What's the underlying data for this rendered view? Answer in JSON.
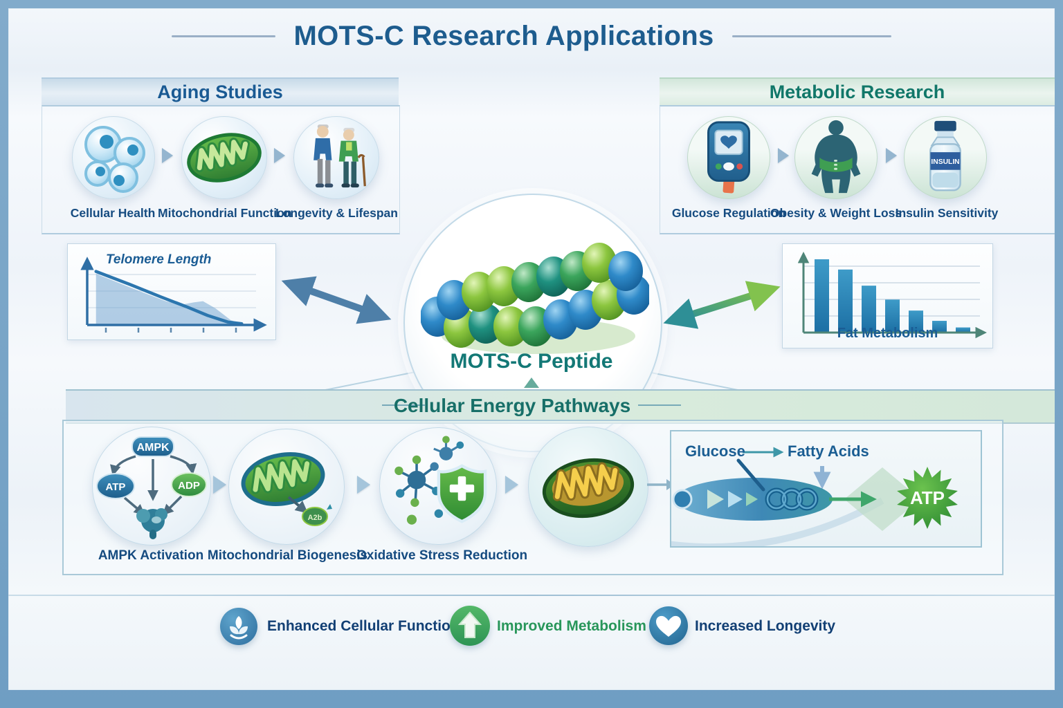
{
  "title": "MOTS-C Research Applications",
  "aging": {
    "header": "Aging Studies",
    "items": [
      {
        "label": "Cellular Health",
        "icon": "cells-icon"
      },
      {
        "label": "Mitochondrial Function",
        "icon": "mitochondrion-icon"
      },
      {
        "label": "Longevity & Lifespan",
        "icon": "elderly-couple-icon"
      }
    ]
  },
  "metabolic": {
    "header": "Metabolic Research",
    "items": [
      {
        "label": "Glucose Regulation",
        "icon": "glucose-meter-icon"
      },
      {
        "label": "Obesity & Weight Loss",
        "icon": "obese-body-icon"
      },
      {
        "label": "Insulin Sensitivity",
        "icon": "insulin-vial-icon"
      }
    ],
    "vial_text": "INSULIN"
  },
  "center": {
    "label": "MOTS-C Peptide"
  },
  "pathways": {
    "header": "Cellular Energy Pathways",
    "ampk": {
      "caption": "AMPK Activation",
      "nodes": {
        "top": "AMPK",
        "left": "ATP",
        "right": "ADP"
      }
    },
    "biogenesis": {
      "caption": "Mitochondrial Biogenesis",
      "badge": "A2b"
    },
    "oxidative": {
      "caption": "Oxidative Stress Reduction"
    },
    "flow": {
      "start": "Glucose",
      "mid": "Fatty Acids",
      "end": "ATP"
    }
  },
  "benefits": [
    {
      "label": "Enhanced Cellular Function",
      "icon": "leaf-icon",
      "color": "#2D6E9E"
    },
    {
      "label": "Improved Metabolism",
      "icon": "up-arrow-icon",
      "color": "#2E9455"
    },
    {
      "label": "Increased Longevity",
      "icon": "heart-icon",
      "color": "#22648F"
    }
  ],
  "colors": {
    "frame_blue": "#7FA9CA",
    "title_blue": "#1D5C8E",
    "caption_blue": "#154B80",
    "teal": "#117769",
    "peptide_teal": "#137876",
    "bar_blue": "#2980B0",
    "green": "#3F9E52",
    "lime": "#7CC142"
  },
  "chart_data": [
    {
      "type": "area",
      "title": "Telomere Length",
      "xlabel": "",
      "ylabel": "",
      "x_range": [
        0,
        100
      ],
      "y_range": [
        0,
        100
      ],
      "grid": true,
      "line": [
        [
          3,
          90
        ],
        [
          25,
          68
        ],
        [
          45,
          47
        ],
        [
          62,
          30
        ],
        [
          75,
          16
        ],
        [
          88,
          5
        ],
        [
          97,
          2
        ]
      ],
      "area": [
        [
          3,
          86
        ],
        [
          30,
          58
        ],
        [
          48,
          40
        ],
        [
          58,
          34
        ],
        [
          66,
          38
        ],
        [
          72,
          40
        ],
        [
          80,
          28
        ],
        [
          90,
          8
        ],
        [
          97,
          2
        ]
      ],
      "note": "Unlabeled axes; declining telomere length curve with shaded area"
    },
    {
      "type": "bar",
      "title": "Fat Metabolism",
      "xlabel": "",
      "ylabel": "",
      "categories": [
        "1",
        "2",
        "3",
        "4",
        "5",
        "6",
        "7"
      ],
      "values": [
        100,
        86,
        64,
        45,
        30,
        16,
        7
      ],
      "ylim": [
        0,
        100
      ],
      "grid": true,
      "note": "Unlabeled axes; seven descending blue bars"
    }
  ]
}
